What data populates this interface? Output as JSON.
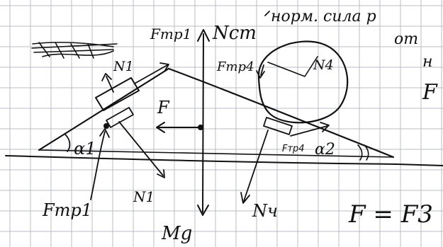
{
  "title": "",
  "annotation": {
    "line1": "норм. сила р",
    "line2": "от",
    "line3": "н"
  },
  "labels": {
    "f_tr1_top": "Fтр1",
    "n1_top": "N1",
    "n_st": "Nст",
    "f_tr4_left": "Fтр4",
    "n4_circle": "N4",
    "f_center": "F",
    "alpha1": "α1",
    "f_tr4_bottom": "Fтр4",
    "alpha2": "α2",
    "n1_bottom": "N1",
    "f_tr1_bottom": "Fтр1",
    "mg": "Mg",
    "n4_bottom": "Nч",
    "equation": "F = F3",
    "right_edge_f": "F"
  },
  "colors": {
    "ink": "#111111",
    "grid": "#b9bcc4",
    "paper": "#ffffff"
  }
}
